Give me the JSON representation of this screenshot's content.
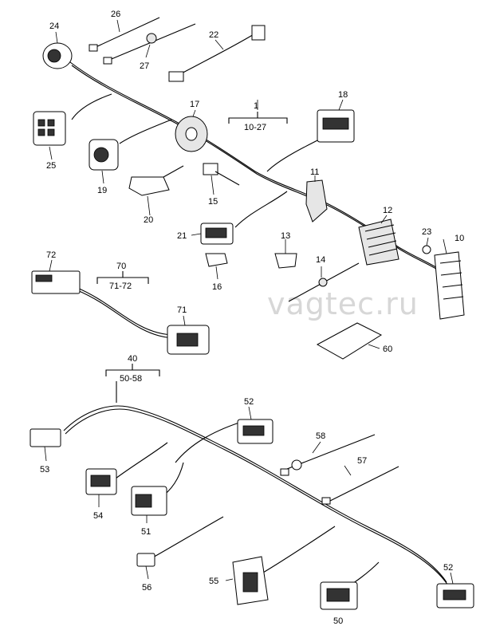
{
  "watermark": "vagtec.ru",
  "callouts": {
    "c1": "1",
    "c1_range": "10-27",
    "c10": "10",
    "c11": "11",
    "c12": "12",
    "c13": "13",
    "c14": "14",
    "c15": "15",
    "c16": "16",
    "c17": "17",
    "c18": "18",
    "c19": "19",
    "c20": "20",
    "c21": "21",
    "c22": "22",
    "c23": "23",
    "c24": "24",
    "c25": "25",
    "c26": "26",
    "c27": "27",
    "c40": "40",
    "c40_range": "50-58",
    "c50": "50",
    "c51": "51",
    "c52a": "52",
    "c52b": "52",
    "c53": "53",
    "c54": "54",
    "c55": "55",
    "c56": "56",
    "c57": "57",
    "c58": "58",
    "c60": "60",
    "c70": "70",
    "c70_range": "71-72",
    "c71": "71",
    "c72": "72"
  }
}
